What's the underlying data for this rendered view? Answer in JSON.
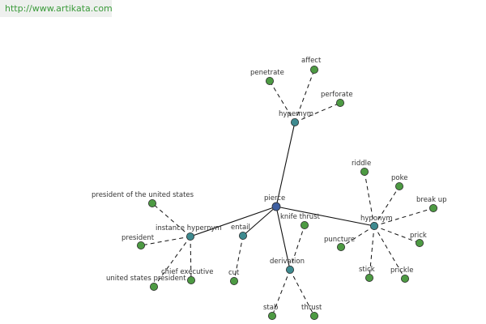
{
  "watermark": {
    "url": "http://www.artikata.com"
  },
  "colors": {
    "root": "#3f5fa0",
    "relation": "#3e8a8f",
    "leaf": "#4d9a43",
    "edge": "#111111",
    "text": "#333333"
  },
  "graph": {
    "root": {
      "id": "pierce",
      "label": "pierce"
    },
    "relations": [
      {
        "id": "hypernym",
        "label": "hypernym",
        "leaves": [
          "penetrate",
          "affect",
          "perforate"
        ]
      },
      {
        "id": "hyponym",
        "label": "hyponym",
        "leaves": [
          "riddle",
          "poke",
          "break up",
          "prick",
          "prickle",
          "stick",
          "puncture"
        ]
      },
      {
        "id": "instance-hypernym",
        "label": "instance hypernym",
        "leaves": [
          "president of the united states",
          "president",
          "chief executive",
          "united states president"
        ]
      },
      {
        "id": "entail",
        "label": "entail",
        "leaves": [
          "cut"
        ]
      },
      {
        "id": "derivation",
        "label": "derivation",
        "leaves": [
          "knife thrust",
          "stab",
          "thrust"
        ]
      }
    ]
  }
}
